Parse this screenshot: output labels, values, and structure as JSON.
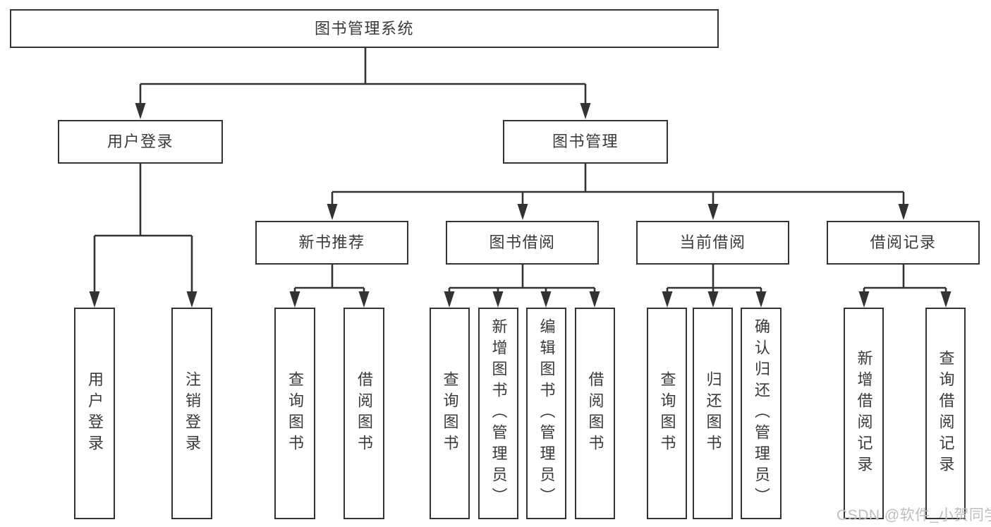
{
  "diagram_type": "hierarchy-tree",
  "colors": {
    "line": "#333333",
    "box_border": "#333333",
    "box_background": "#ffffff",
    "text": "#3a3a3a",
    "watermark": "#bdbdbd"
  },
  "nodes": {
    "root": {
      "label": "图书管理系统"
    },
    "user_login": {
      "label": "用户登录"
    },
    "book_management": {
      "label": "图书管理"
    },
    "new_book_recommendation": {
      "label": "新书推荐"
    },
    "book_borrowing": {
      "label": "图书借阅"
    },
    "current_borrowing": {
      "label": "当前借阅"
    },
    "borrowing_records": {
      "label": "借阅记录"
    },
    "leaf_user_login": {
      "label": "用户登录",
      "parent": "用户登录"
    },
    "leaf_logout": {
      "label": "注销登录",
      "parent": "用户登录"
    },
    "leaf_query_books_recommend": {
      "label": "查询图书",
      "parent": "新书推荐"
    },
    "leaf_borrow_books_recommend": {
      "label": "借阅图书",
      "parent": "新书推荐"
    },
    "leaf_query_books_borrow": {
      "label": "查询图书",
      "parent": "图书借阅"
    },
    "leaf_add_books_admin": {
      "label": "新增图书（管理员）",
      "parent": "图书借阅"
    },
    "leaf_edit_books_admin": {
      "label": "编辑图书（管理员）",
      "parent": "图书借阅"
    },
    "leaf_borrow_books_borrow": {
      "label": "借阅图书",
      "parent": "图书借阅"
    },
    "leaf_query_books_current": {
      "label": "查询图书",
      "parent": "当前借阅"
    },
    "leaf_return_books": {
      "label": "归还图书",
      "parent": "当前借阅"
    },
    "leaf_confirm_return_admin": {
      "label": "确认归还（管理员）",
      "parent": "当前借阅"
    },
    "leaf_add_borrow_record": {
      "label": "新增借阅记录",
      "parent": "借阅记录"
    },
    "leaf_query_borrow_record": {
      "label": "查询借阅记录",
      "parent": "借阅记录"
    }
  },
  "watermark": {
    "text": "CSDN @软件_小贺同学"
  }
}
